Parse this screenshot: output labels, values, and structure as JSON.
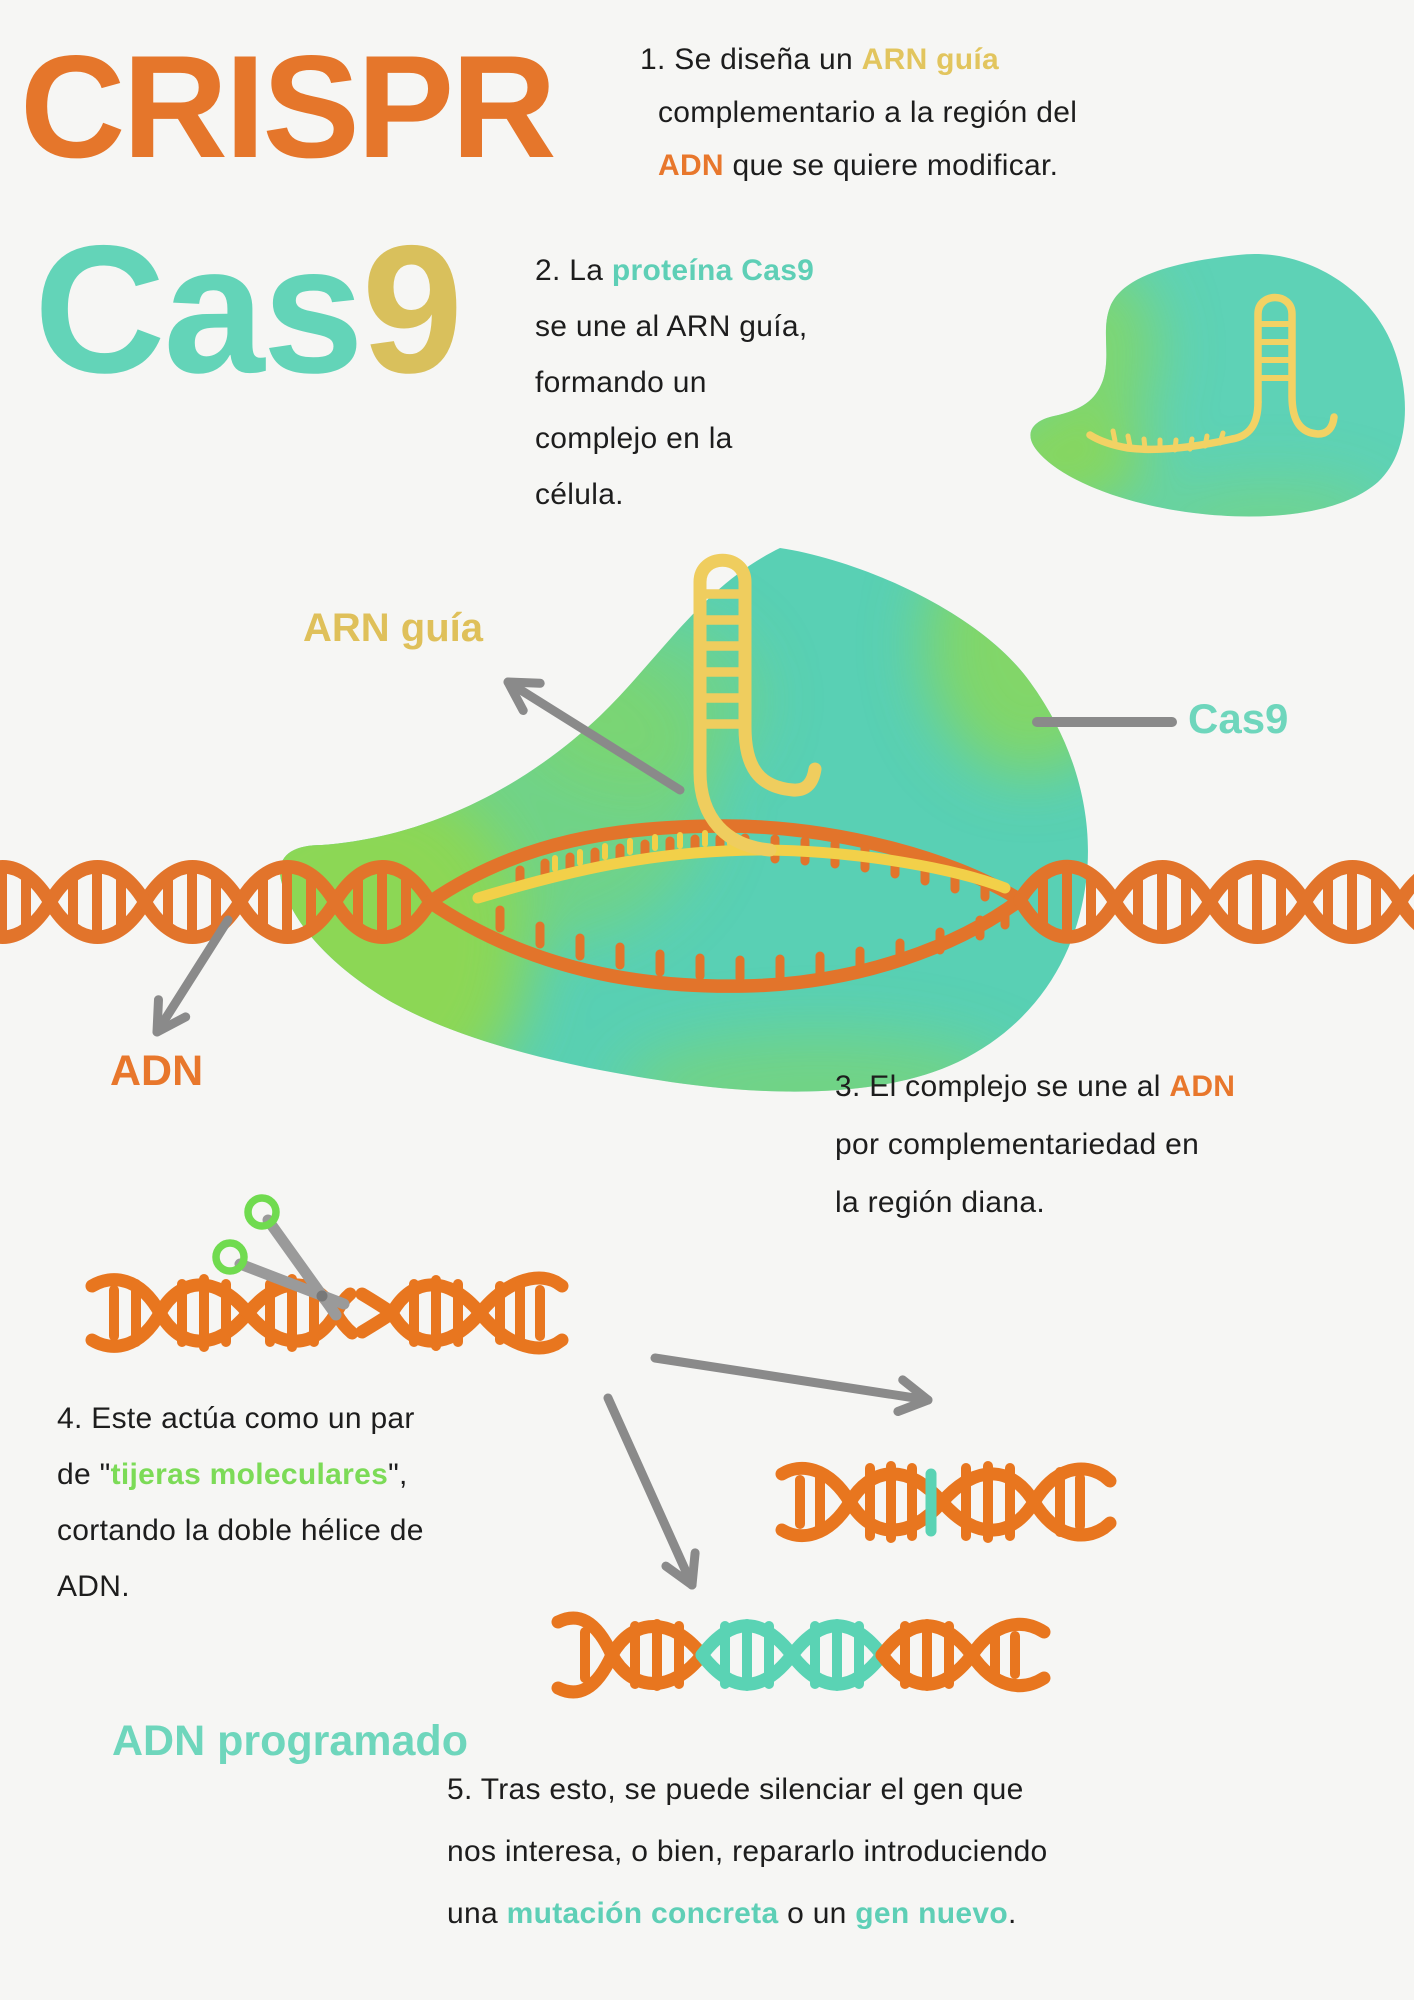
{
  "title": {
    "crispr": "CRISPR",
    "cas": "Cas",
    "nine": "9"
  },
  "labels": {
    "arn_guia": "ARN guía",
    "cas9": "Cas9",
    "adn": "ADN",
    "adn_programado": "ADN programado"
  },
  "steps": [
    {
      "lines": [
        [
          {
            "t": "1. Se diseña un "
          },
          {
            "t": "ARN guía",
            "c": "yellow"
          }
        ],
        [
          {
            "t": "complementario a la región del"
          }
        ],
        [
          {
            "t": "ADN",
            "c": "orange"
          },
          {
            "t": " que se quiere modificar."
          }
        ]
      ]
    },
    {
      "lines": [
        [
          {
            "t": "2. La "
          },
          {
            "t": "proteína Cas9",
            "c": "teal"
          }
        ],
        [
          {
            "t": "se une al ARN guía,"
          }
        ],
        [
          {
            "t": "formando un"
          }
        ],
        [
          {
            "t": "complejo en la"
          }
        ],
        [
          {
            "t": "célula."
          }
        ]
      ]
    },
    {
      "lines": [
        [
          {
            "t": "3. El complejo se une al "
          },
          {
            "t": "ADN",
            "c": "orange"
          }
        ],
        [
          {
            "t": "por complementariedad en"
          }
        ],
        [
          {
            "t": "la región diana."
          }
        ]
      ]
    },
    {
      "lines": [
        [
          {
            "t": "4. Este actúa como un par"
          }
        ],
        [
          {
            "t": "de \""
          },
          {
            "t": "tijeras moleculares",
            "c": "green"
          },
          {
            "t": "\","
          }
        ],
        [
          {
            "t": "cortando la doble hélice de"
          }
        ],
        [
          {
            "t": "ADN."
          }
        ]
      ]
    },
    {
      "lines": [
        [
          {
            "t": "5. Tras esto, se puede silenciar el gen que"
          }
        ],
        [
          {
            "t": "nos interesa, o bien, repararlo introduciendo"
          }
        ],
        [
          {
            "t": "una "
          },
          {
            "t": "mutación concreta",
            "c": "teal"
          },
          {
            "t": " o un "
          },
          {
            "t": "gen nuevo",
            "c": "teal"
          },
          {
            "t": "."
          }
        ]
      ]
    }
  ],
  "colors": {
    "background": "#F6F6F4",
    "orange": "#E5762B",
    "teal": "#5ECFB6",
    "yellow": "#DFC05A",
    "green_accent": "#7CDB57",
    "blob_teal": "#59D0B4",
    "blob_green": "#8CD755",
    "dna_orange": "#E2742B",
    "rna_yellow": "#F0CE58",
    "arrow_gray": "#8A8A8A"
  }
}
